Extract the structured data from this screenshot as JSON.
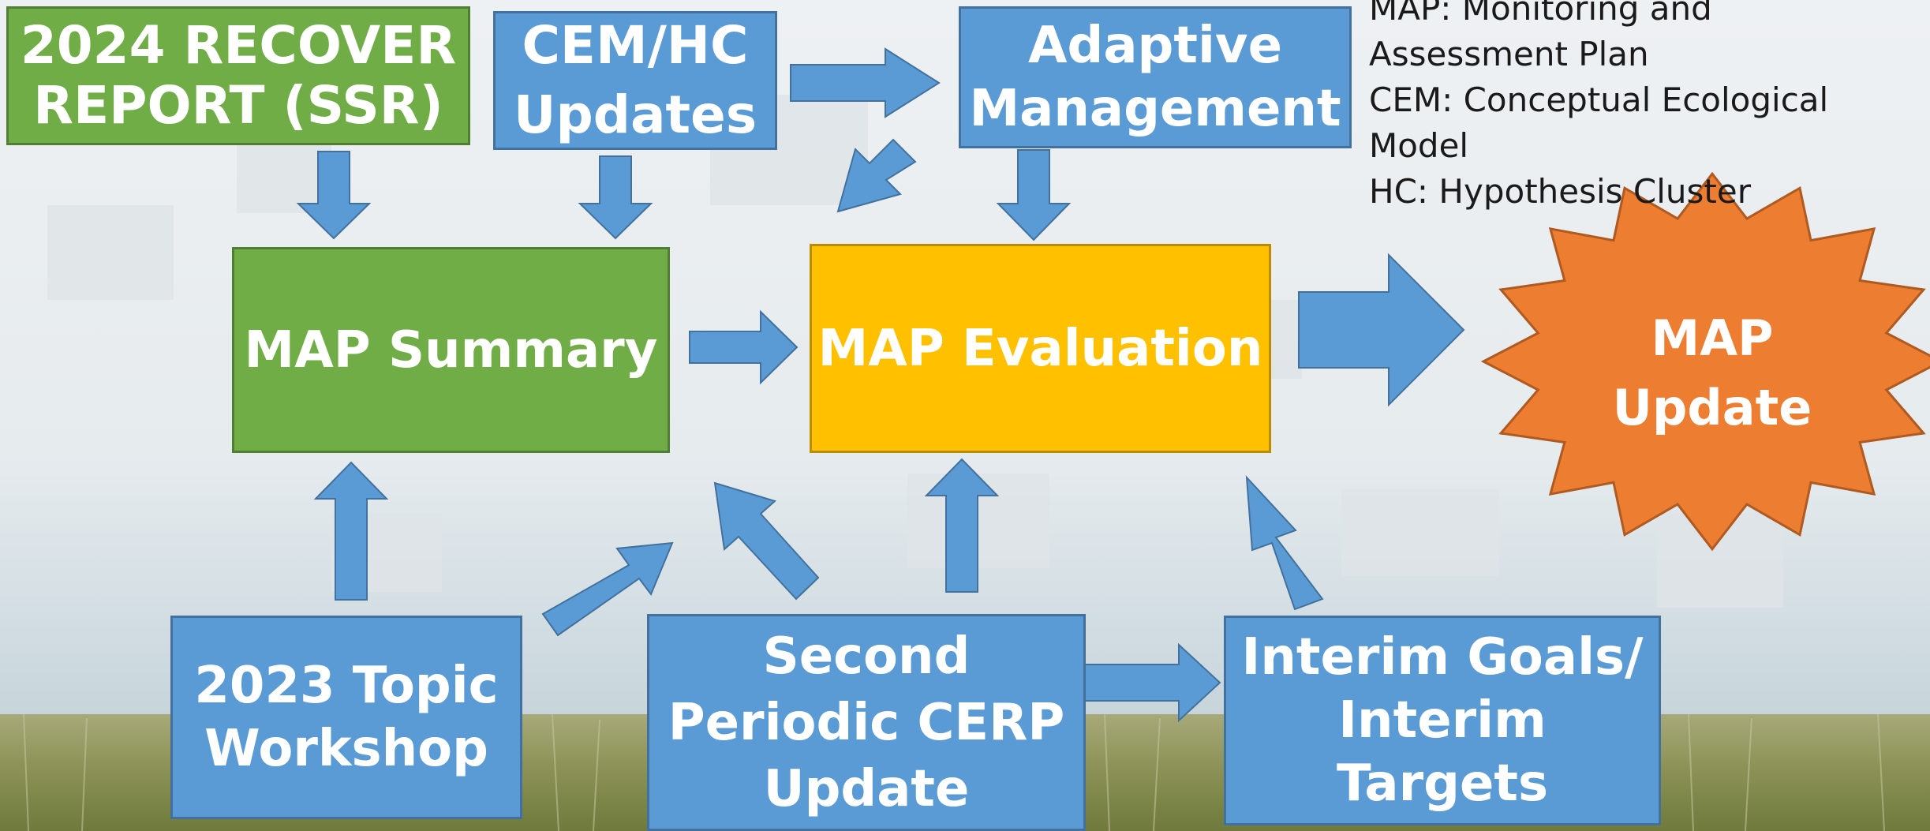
{
  "boxes": {
    "recover_report": "2024 RECOVER\nREPORT (SSR)",
    "cem_hc_updates": "CEM/HC\nUpdates",
    "adaptive_management": "Adaptive\nManagement",
    "map_summary": "MAP Summary",
    "map_evaluation": "MAP Evaluation",
    "map_update": "MAP\nUpdate",
    "topic_workshop": "2023 Topic\nWorkshop",
    "periodic_cerp": "Second\nPeriodic CERP\nUpdate",
    "interim_goals": "Interim Goals/\nInterim Targets"
  },
  "legend": [
    "MAP: Monitoring and",
    "Assessment Plan",
    "CEM: Conceptual Ecological",
    "Model",
    "HC: Hypothesis Cluster"
  ],
  "colors": {
    "blue_box": "#5b9bd5",
    "green_box": "#70ad47",
    "gold_box": "#ffc000",
    "star": "#ed7d31",
    "arrow": "#5b9bd5"
  }
}
